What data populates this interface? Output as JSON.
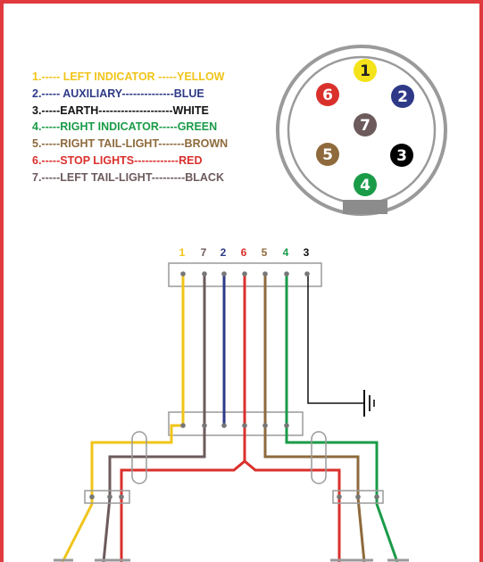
{
  "legend": [
    {
      "pin": "1",
      "text": "1.----- LEFT INDICATOR -----YELLOW",
      "color": "#f0c419"
    },
    {
      "pin": "2",
      "text": "2.----- AUXILIARY--------------BLUE",
      "color": "#2e3a87"
    },
    {
      "pin": "3",
      "text": "3.-----EARTH--------------------WHITE",
      "color": "#111111"
    },
    {
      "pin": "4",
      "text": "4.-----RIGHT INDICATOR-----GREEN",
      "color": "#1a9b48"
    },
    {
      "pin": "5",
      "text": "5.-----RIGHT TAIL-LIGHT-------BROWN",
      "color": "#8e6a3c"
    },
    {
      "pin": "6",
      "text": "6.-----STOP LIGHTS------------RED",
      "color": "#d9302c"
    },
    {
      "pin": "7",
      "text": "7.-----LEFT TAIL-LIGHT---------BLACK",
      "color": "#6d5a5c"
    }
  ],
  "socket_pins": [
    {
      "label": "1",
      "fill": "#f4e21a",
      "text_color": "#222222"
    },
    {
      "label": "2",
      "fill": "#2e3a87",
      "text_color": "#ffffff"
    },
    {
      "label": "3",
      "fill": "#000000",
      "text_color": "#ffffff"
    },
    {
      "label": "4",
      "fill": "#1a9b48",
      "text_color": "#ffffff"
    },
    {
      "label": "5",
      "fill": "#8e6a3c",
      "text_color": "#ffffff"
    },
    {
      "label": "6",
      "fill": "#d9302c",
      "text_color": "#ffffff"
    },
    {
      "label": "7",
      "fill": "#6d5a5c",
      "text_color": "#ffffff"
    }
  ],
  "wires": [
    {
      "label": "1",
      "color": "#f0c419"
    },
    {
      "label": "7",
      "color": "#6d5a5c"
    },
    {
      "label": "2",
      "color": "#2e3a87"
    },
    {
      "label": "6",
      "color": "#d9302c"
    },
    {
      "label": "5",
      "color": "#8e6a3c"
    },
    {
      "label": "4",
      "color": "#1a9b48"
    },
    {
      "label": "3",
      "color": "#111111"
    }
  ],
  "colors": {
    "frame": "#e03a3e",
    "socket_gray": "#9a9a9a",
    "key": "#8c8c8c"
  }
}
